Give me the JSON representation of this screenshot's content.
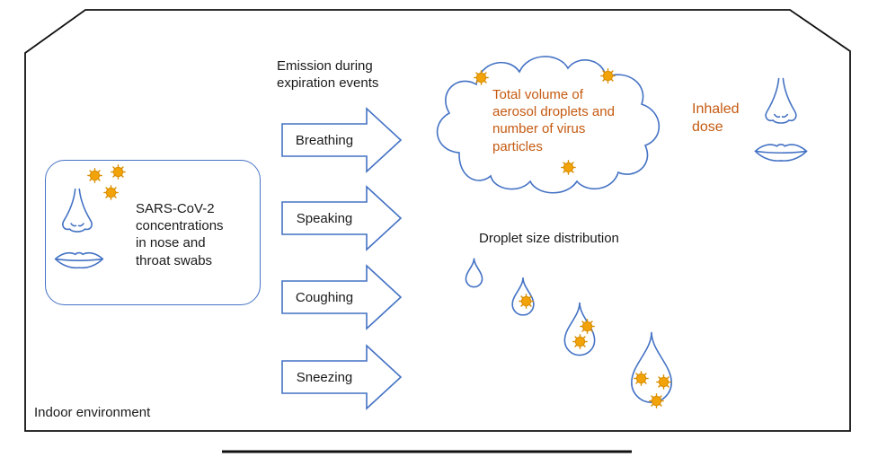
{
  "diagram": {
    "indoor_label": "Indoor environment",
    "source_box_text": "SARS-CoV-2\nconcentrations\nin nose and\nthroat swabs",
    "emission_header": "Emission during\nexpiration events",
    "arrows": [
      {
        "label": "Breathing"
      },
      {
        "label": "Speaking"
      },
      {
        "label": "Coughing"
      },
      {
        "label": "Sneezing"
      }
    ],
    "cloud_text": "Total volume of\naerosol droplets and\nnumber of virus\nparticles",
    "droplet_header": "Droplet size distribution",
    "inhaled_label": "Inhaled\ndose",
    "icons": {
      "virus": "virus-particle-icon",
      "nose": "nose-icon",
      "lips": "lips-icon",
      "droplet": "droplet-icon",
      "cloud": "aerosol-cloud-shape"
    },
    "colors": {
      "outline_blue": "#4472C4",
      "virus_orange": "#F2A30A",
      "virus_dark": "#D98E00",
      "text_orange": "#C55A11",
      "border_black": "#111111"
    }
  }
}
